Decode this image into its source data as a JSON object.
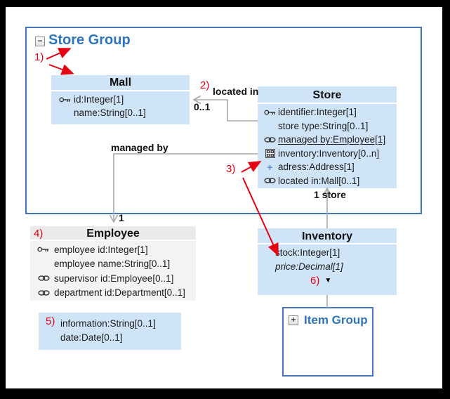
{
  "diagram": {
    "store_group": {
      "title": "Store Group",
      "collapse_glyph": "−"
    },
    "item_group": {
      "title": "Item Group",
      "expand_glyph": "+"
    },
    "classes": {
      "mall": {
        "title": "Mall",
        "attrs": [
          "id:Integer[1]",
          "name:String[0..1]"
        ]
      },
      "store": {
        "title": "Store",
        "attrs": [
          "identifier:Integer[1]",
          "store type:String[0..1]",
          "managed by:Employee[1]",
          "inventory:Inventory[0..n]",
          "adress:Address[1]",
          "located in:Mall[0..1]"
        ]
      },
      "employee": {
        "title": "Employee",
        "attrs": [
          "employee id:Integer[1]",
          "employee name:String[0..1]",
          "supervisor id:Employee[0..1]",
          "department id:Department[0..1]"
        ]
      },
      "inventory": {
        "title": "Inventory",
        "attrs": [
          "stock:Integer[1]",
          "price:Decimal[1]"
        ],
        "dropdown_glyph": "▼"
      },
      "fragment": {
        "attrs": [
          "information:String[0..1]",
          "date:Date[0..1]"
        ]
      }
    },
    "edges": {
      "located_in": {
        "label": "located in",
        "multiplicity": "0..1"
      },
      "managed_by": {
        "label": "managed by",
        "multiplicity": "1"
      },
      "store_inventory": {
        "label": "1 store"
      }
    },
    "annotations": {
      "a1": "1)",
      "a2": "2)",
      "a3": "3)",
      "a4": "4)",
      "a5": "5)",
      "a6": "6)"
    },
    "icons": {
      "key": "key-icon",
      "link": "chain-link-icon",
      "grid": "table-grid-icon",
      "plus": "plus-attribute-icon",
      "collapse": "collapse-minus-icon",
      "expand": "expand-plus-icon",
      "dropdown": "dropdown-triangle-icon"
    },
    "colors": {
      "class_fill": "#cfe5f7",
      "group_border": "#4576bd",
      "group_title_text": "#2e74bd",
      "neutral_header": "#eaeaea",
      "neutral_body": "#f3f3f3",
      "connector": "#a8a8a8",
      "annotation_red": "#e60012"
    }
  }
}
